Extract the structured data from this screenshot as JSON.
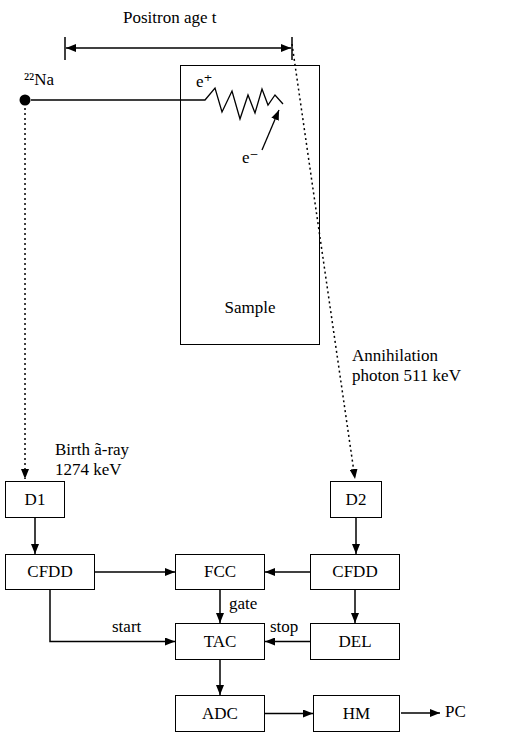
{
  "diagram": {
    "nodes": [
      {
        "text": [
          "Sample"
        ]
      },
      {
        "text": [
          "D1"
        ]
      },
      {
        "text": [
          "D2"
        ]
      },
      {
        "text": [
          "CFDD"
        ]
      },
      {
        "text": [
          "FCC"
        ]
      },
      {
        "text": [
          "CFDD"
        ]
      },
      {
        "text": [
          "TAC"
        ]
      },
      {
        "text": [
          "DEL"
        ]
      },
      {
        "text": [
          "ADC"
        ]
      },
      {
        "text": [
          "HM"
        ]
      }
    ],
    "edges": [
      {
        "from": 1,
        "to": 3,
        "arrow": "to"
      },
      {
        "from": 2,
        "to": 5,
        "arrow": "to"
      },
      {
        "from": 3,
        "to": 4,
        "arrow": "to"
      },
      {
        "from": 5,
        "to": 4,
        "arrow": "to"
      },
      {
        "from": 4,
        "to": 6,
        "label": "gate",
        "arrow": "to"
      },
      {
        "from": 3,
        "to": 6,
        "label": "start",
        "arrow": "to"
      },
      {
        "from": 5,
        "to": 7,
        "arrow": "to"
      },
      {
        "from": 7,
        "to": 6,
        "label": "stop",
        "arrow": "to"
      },
      {
        "from": 6,
        "to": 8,
        "arrow": "to"
      },
      {
        "from": 8,
        "to": 9,
        "arrow": "to"
      }
    ],
    "labels": [
      "Positron age t",
      "²²Na",
      "e⁺",
      "e⁻",
      "Annihilation photon 511 keV",
      "Birth ã-ray 1274 keV",
      "PC"
    ]
  }
}
